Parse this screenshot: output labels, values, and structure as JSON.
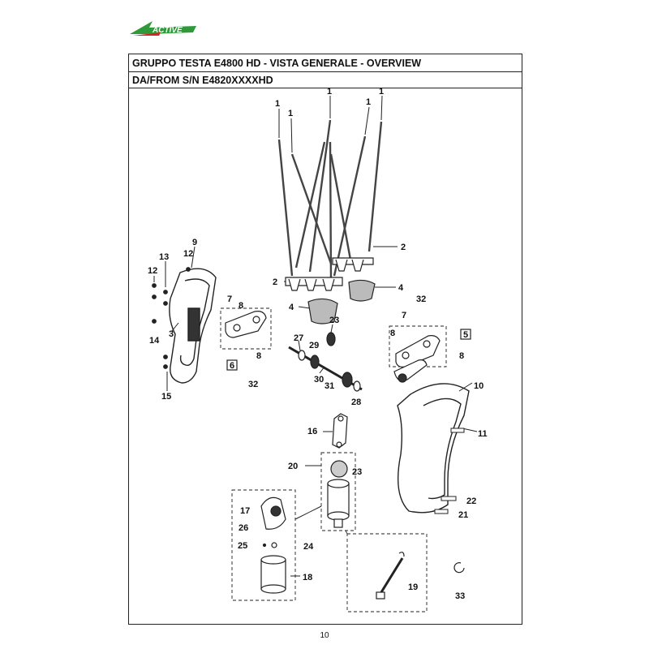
{
  "brand": {
    "logo_text": "ACTIVE"
  },
  "title": "GRUPPO TESTA E4800 HD - VISTA GENERALE - OVERVIEW",
  "serial": "DA/FROM S/N E4820XXXXHD",
  "page_number": "10",
  "callouts": {
    "c1a": "1",
    "c1b": "1",
    "c1c": "1",
    "c1d": "1",
    "c1e": "1",
    "c2a": "2",
    "c2b": "2",
    "c3": "3",
    "c4a": "4",
    "c4b": "4",
    "c5": "5",
    "c6": "6",
    "c7a": "7",
    "c7b": "7",
    "c8a": "8",
    "c8b": "8",
    "c8c": "8",
    "c8d": "8",
    "c9": "9",
    "c10": "10",
    "c11": "11",
    "c12a": "12",
    "c12b": "12",
    "c13": "13",
    "c14": "14",
    "c15": "15",
    "c16": "16",
    "c17": "17",
    "c18": "18",
    "c19": "19",
    "c20": "20",
    "c21": "21",
    "c22": "22",
    "c23a": "23",
    "c23b": "23",
    "c24": "24",
    "c25": "25",
    "c26": "26",
    "c27": "27",
    "c28": "28",
    "c29": "29",
    "c30": "30",
    "c31": "31",
    "c32a": "32",
    "c32b": "32",
    "c33": "33"
  }
}
